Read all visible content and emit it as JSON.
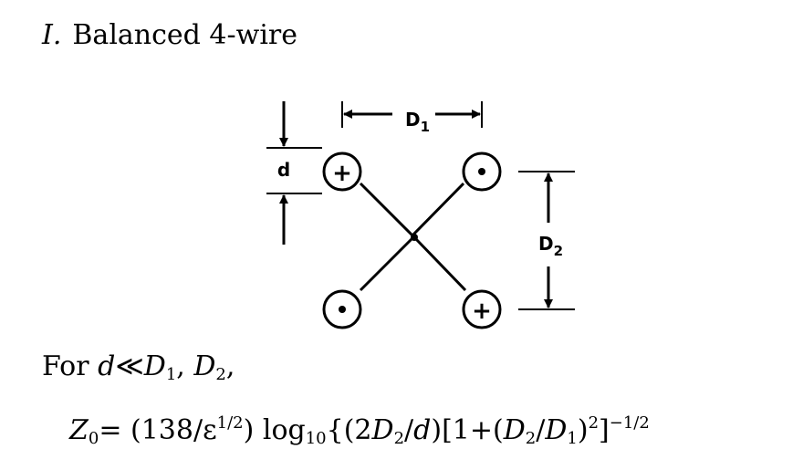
{
  "heading": {
    "number": "I.",
    "title": "Balanced 4-wire"
  },
  "diagram": {
    "label_d": "d",
    "label_D1": "D",
    "label_D1_sub": "1",
    "label_D2": "D",
    "label_D2_sub": "2",
    "conductors": [
      {
        "position": "top-left",
        "polarity": "+"
      },
      {
        "position": "top-right",
        "polarity": "•"
      },
      {
        "position": "bottom-left",
        "polarity": "•"
      },
      {
        "position": "bottom-right",
        "polarity": "+"
      }
    ]
  },
  "condition": {
    "prefix": "For",
    "d": "d",
    "relation": "≪",
    "D": "D",
    "sub1": "1",
    "comma": ",",
    "sub2": "2",
    "trailing": ","
  },
  "formula": {
    "Z": "Z",
    "Z_sub": "0",
    "eq": "=",
    "coef": "(138/ε",
    "coef_sup": "1/2",
    "coef_close": ")",
    "log": "log",
    "log_sub": "10",
    "open": "{(2",
    "D_a": "D",
    "D_a_sub": "2",
    "slash_d": "/",
    "d": "d",
    "mid": ")[1+(",
    "D_b": "D",
    "D_b_sub": "2",
    "slash": "/",
    "D_c": "D",
    "D_c_sub": "1",
    "sq_close": ")",
    "sq_sup": "2",
    "end": "]",
    "end_sup": "−1/2"
  }
}
